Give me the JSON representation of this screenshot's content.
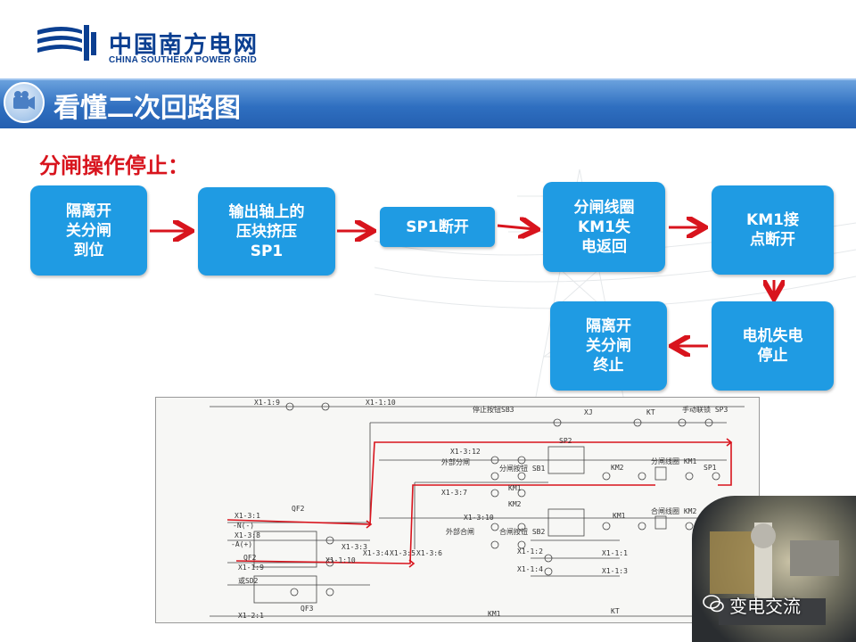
{
  "brand": {
    "cn": "中国南方电网",
    "en": "CHINA SOUTHERN POWER GRID",
    "color": "#0b3f91"
  },
  "header": {
    "title": "看懂二次回路图",
    "icon": "camera-icon"
  },
  "section_title": "分闸操作停止：",
  "flow": {
    "box1": "隔离开\n关分闸\n到位",
    "box2": "输出轴上的\n压块挤压\nSP1",
    "box3": "SP1断开",
    "box4": "分闸线圈\nKM1失\n电返回",
    "box5": "KM1接\n点断开",
    "box6": "电机失电\n停止",
    "box7": "隔离开\n关分闸\n终止",
    "box_color": "#1f9be3",
    "arrow_color": "#d8141d"
  },
  "circuit_labels": {
    "t1": "X1-1:9",
    "t2": "X1-1:10",
    "t3": "停止按钮SB3",
    "t4": "XJ",
    "t5": "KT",
    "t6": "手动联锁 SP3",
    "t7": "X1-3:12",
    "t8": "外部分闸",
    "t9": "分闸按钮 SB1",
    "t10": "KM2",
    "t11": "分闸线圈 KM1",
    "t12": "SP1",
    "t13": "X1-3:7",
    "t14": "KM1",
    "t15": "KM2",
    "t16": "X1-3:10",
    "t17": "KM1",
    "t18": "合闸线圈 KM2",
    "t19": "X1-3:1",
    "t20": "QF2",
    "t21": "-N(-)",
    "t22": "X1-3:8",
    "t23": "-A(+)",
    "t24": "外部合闸",
    "t25": "合闸按钮 SB2",
    "t26": "X1-3:4",
    "t27": "X1-3:5",
    "t28": "X1-3:6",
    "t29": "X1-1:2",
    "t30": "X1-1:1",
    "t31": "X1-1:4",
    "t32": "X1-1:3",
    "t33": "X1-1:9",
    "t34": "X1-1:10",
    "t35": "或SD2",
    "t36": "X1-2:1",
    "t37": "QF3",
    "t38": "KM1",
    "t39": "KT",
    "t40": "SP2",
    "t41": "X1-3:3",
    "t42": "QF2"
  },
  "watermark": "变电交流"
}
